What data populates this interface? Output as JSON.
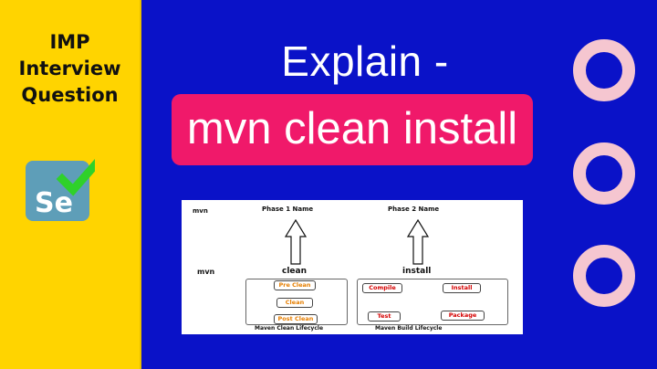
{
  "sidebar": {
    "badge_lines": [
      "IMP",
      "Interview",
      "Question"
    ],
    "logo_text": "Se"
  },
  "headline": {
    "line1": "Explain -",
    "line2": "mvn clean install"
  },
  "colors": {
    "background": "#0a12c8",
    "sidebar": "#ffd400",
    "pill": "#f0196a",
    "ring": "#f5c6d0",
    "check": "#2fd12a",
    "logo": "#5e9eb8"
  },
  "decor": {
    "ring_count": 3
  },
  "diagram": {
    "row1_label": "mvn",
    "phase1_name": "Phase 1 Name",
    "phase2_name": "Phase 2 Name",
    "row2_label": "mvn",
    "phase1": "clean",
    "phase2": "install",
    "clean_steps": [
      "Pre Clean",
      "Clean",
      "Post Clean"
    ],
    "clean_caption": "Maven Clean Lifecycle",
    "build_steps": [
      "Compile",
      "Install",
      "Test",
      "Package"
    ],
    "build_caption": "Maven Build Lifecycle"
  }
}
